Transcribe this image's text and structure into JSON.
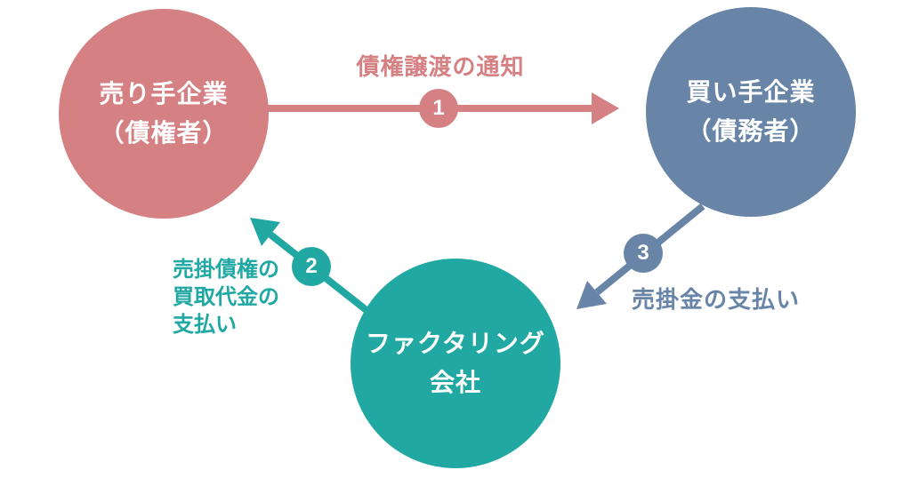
{
  "diagram": {
    "title_hidden": "",
    "background_color": "#ffffff",
    "nodes": {
      "seller": {
        "label_line1": "売り手企業",
        "label_line2": "（債権者）",
        "color": "#d58083",
        "text_color": "#ffffff"
      },
      "buyer": {
        "label_line1": "買い手企業",
        "label_line2": "（債務者）",
        "color": "#6885a8",
        "text_color": "#ffffff"
      },
      "factoring": {
        "label_line1": "ファクタリング",
        "label_line2": "会社",
        "color": "#21a8a3",
        "text_color": "#ffffff"
      }
    },
    "flows": {
      "flow1": {
        "number": "1",
        "label": "債権譲渡の通知",
        "color": "#d58083",
        "from": "seller",
        "to": "buyer"
      },
      "flow2": {
        "number": "2",
        "label_line1": "売掛債権の",
        "label_line2": "買取代金の",
        "label_line3": "支払い",
        "color": "#21a8a3",
        "from": "factoring",
        "to": "seller"
      },
      "flow3": {
        "number": "3",
        "label": "売掛金の支払い",
        "color": "#6885a8",
        "from": "buyer",
        "to": "factoring"
      }
    }
  }
}
